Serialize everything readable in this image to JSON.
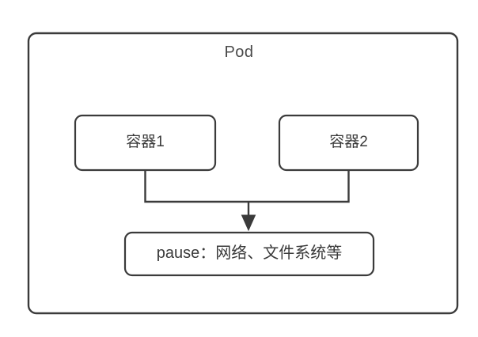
{
  "diagram": {
    "type": "pod-architecture-diagram",
    "title": "Pod",
    "background_color": "#ffffff",
    "stroke_color": "#3b3b3b",
    "text_color": "#3a3a3a",
    "pod": {
      "label": "Pod"
    },
    "containers": [
      {
        "id": "container-1",
        "label": "容器1"
      },
      {
        "id": "container-2",
        "label": "容器2"
      }
    ],
    "pause": {
      "id": "pause-box",
      "label": "pause：网络、文件系统等"
    },
    "connector": {
      "name": "merge-arrow",
      "from": [
        "容器1",
        "容器2"
      ],
      "to": "pause：网络、文件系统等",
      "arrow_direction": "down"
    }
  }
}
